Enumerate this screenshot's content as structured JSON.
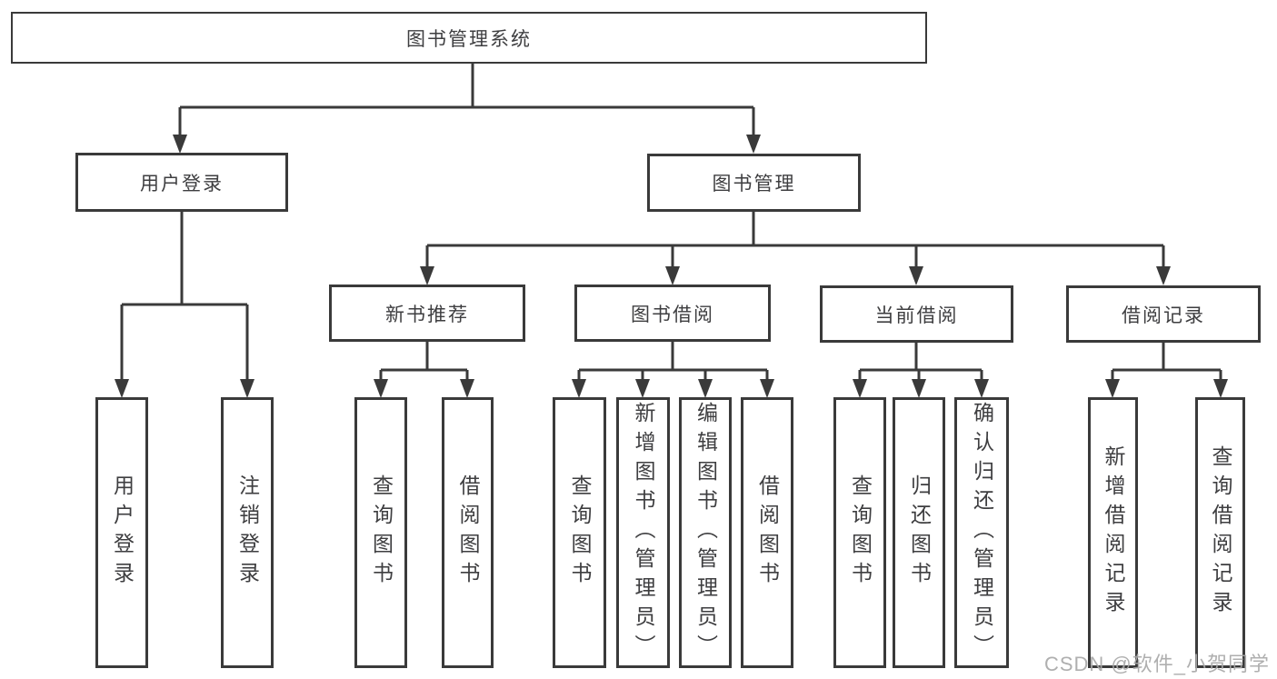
{
  "diagram_type": "hierarchy-tree",
  "colors": {
    "line": "#3a3a3a",
    "box_border": "#3a3a3a",
    "text": "#3e3e40",
    "background": "#ffffff",
    "watermark": "#a8a8a8"
  },
  "watermark": {
    "text": "CSDN @软件_小贺同学"
  },
  "tree": {
    "label": "图书管理系统",
    "children": [
      {
        "label": "用户登录",
        "children": [
          {
            "label": "用户登录"
          },
          {
            "label": "注销登录"
          }
        ]
      },
      {
        "label": "图书管理",
        "children": [
          {
            "label": "新书推荐",
            "children": [
              {
                "label": "查询图书"
              },
              {
                "label": "借阅图书"
              }
            ]
          },
          {
            "label": "图书借阅",
            "children": [
              {
                "label": "查询图书"
              },
              {
                "label": "新增图书（管理员）"
              },
              {
                "label": "编辑图书（管理员）"
              },
              {
                "label": "借阅图书"
              }
            ]
          },
          {
            "label": "当前借阅",
            "children": [
              {
                "label": "查询图书"
              },
              {
                "label": "归还图书"
              },
              {
                "label": "确认归还（管理员）"
              }
            ]
          },
          {
            "label": "借阅记录",
            "children": [
              {
                "label": "新增借阅记录"
              },
              {
                "label": "查询借阅记录"
              }
            ]
          }
        ]
      }
    ]
  }
}
